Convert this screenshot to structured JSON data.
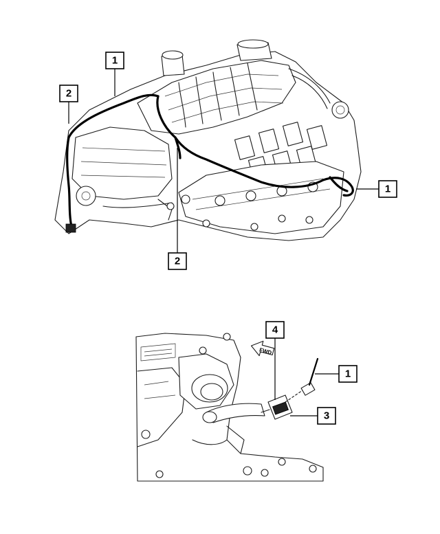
{
  "diagram": {
    "callouts": {
      "top_1a": "1",
      "top_2a": "2",
      "top_1b": "1",
      "top_2b": "2",
      "bottom_4": "4",
      "bottom_1": "1",
      "bottom_3": "3"
    },
    "fwd_label": "FWD"
  },
  "colors": {
    "line": "#000000",
    "background": "#ffffff"
  }
}
